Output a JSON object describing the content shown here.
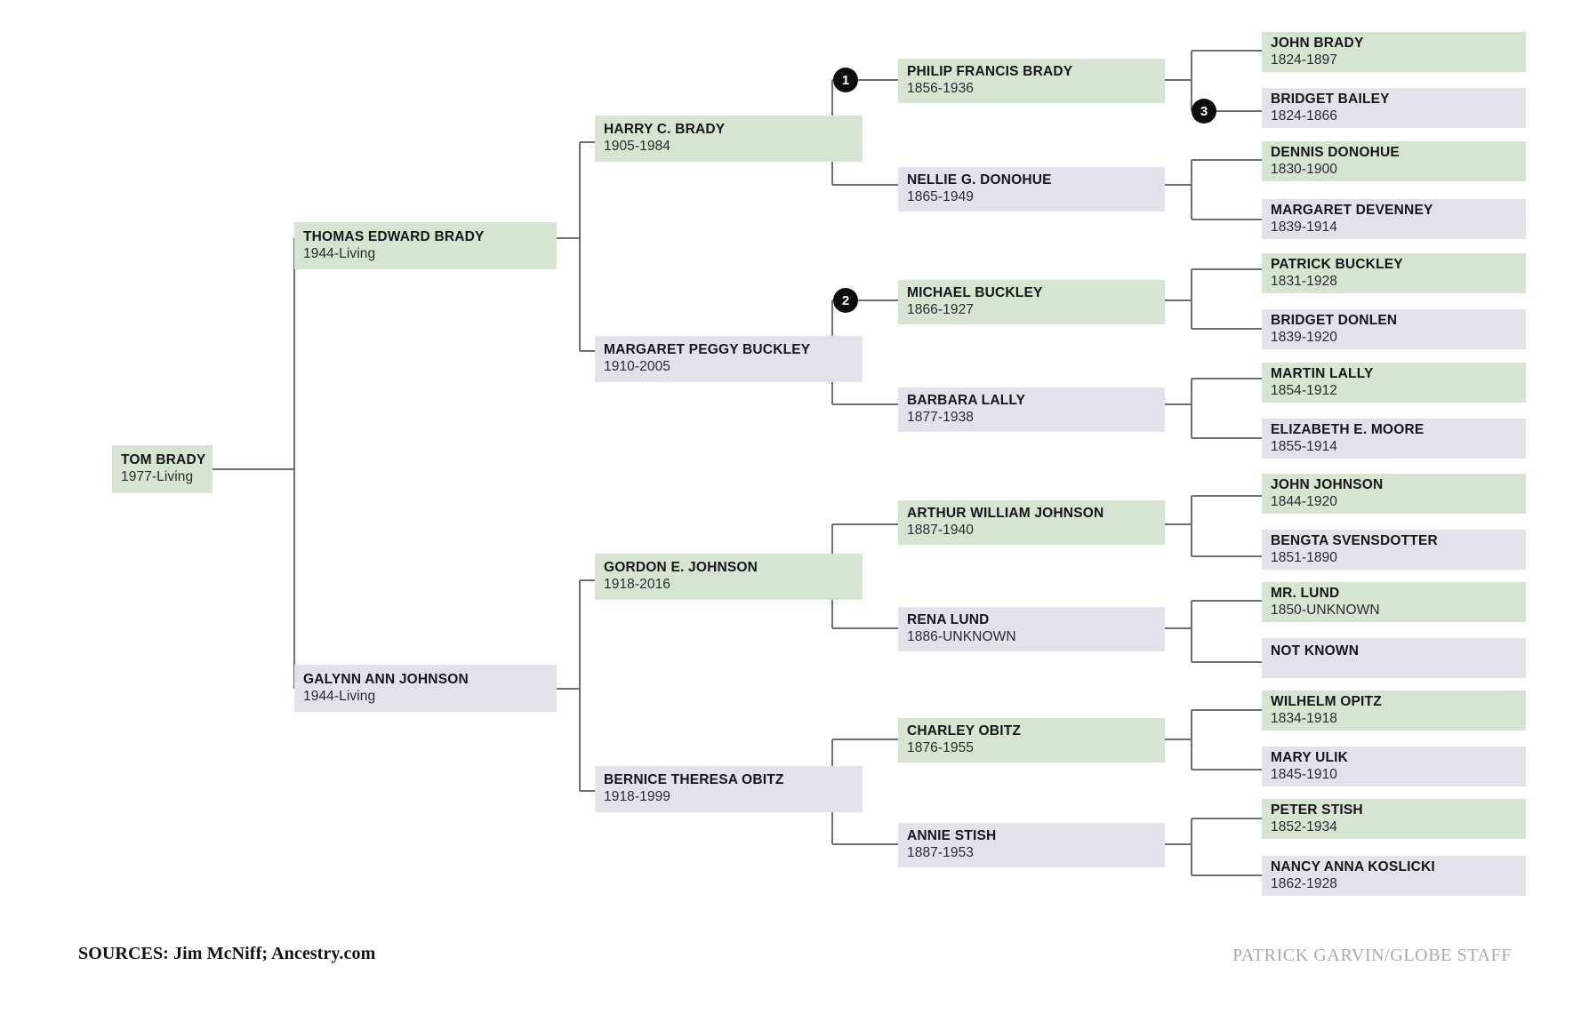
{
  "chart_data": {
    "type": "diagram",
    "title": "Tom Brady family tree",
    "legend": {
      "male_color": "#d7e4d1",
      "female_color": "#e3e1ea",
      "line_color": "#6f6f6f",
      "badge_color": "#0d0d0d"
    },
    "generations": 5
  },
  "colors": {
    "male": "#d7e4d1",
    "female": "#e3e1ea",
    "line": "#6f6f6f",
    "badge_bg": "#0d0d0d",
    "badge_text": "#ffffff"
  },
  "people": {
    "tom_brady": {
      "name": "TOM BRADY",
      "years": "1977-Living"
    },
    "thomas_edward_brady": {
      "name": "THOMAS EDWARD BRADY",
      "years": "1944-Living"
    },
    "galynn_ann_johnson": {
      "name": "GALYNN ANN JOHNSON",
      "years": "1944-Living"
    },
    "harry_c_brady": {
      "name": "HARRY C. BRADY",
      "years": "1905-1984"
    },
    "margaret_peggy_buckley": {
      "name": "MARGARET PEGGY BUCKLEY",
      "years": "1910-2005"
    },
    "gordon_e_johnson": {
      "name": "GORDON E. JOHNSON",
      "years": "1918-2016"
    },
    "bernice_theresa_obitz": {
      "name": "BERNICE THERESA OBITZ",
      "years": "1918-1999"
    },
    "philip_francis_brady": {
      "name": "PHILIP FRANCIS BRADY",
      "years": "1856-1936"
    },
    "nellie_g_donohue": {
      "name": "NELLIE G. DONOHUE",
      "years": "1865-1949"
    },
    "michael_buckley": {
      "name": "MICHAEL BUCKLEY",
      "years": "1866-1927"
    },
    "barbara_lally": {
      "name": "BARBARA LALLY",
      "years": "1877-1938"
    },
    "arthur_william_johnson": {
      "name": "ARTHUR WILLIAM JOHNSON",
      "years": "1887-1940"
    },
    "rena_lund": {
      "name": "RENA LUND",
      "years": "1886-UNKNOWN"
    },
    "charley_obitz": {
      "name": "CHARLEY OBITZ",
      "years": "1876-1955"
    },
    "annie_stish": {
      "name": "ANNIE STISH",
      "years": "1887-1953"
    },
    "john_brady": {
      "name": "JOHN BRADY",
      "years": "1824-1897"
    },
    "bridget_bailey": {
      "name": "BRIDGET BAILEY",
      "years": "1824-1866"
    },
    "dennis_donohue": {
      "name": "DENNIS DONOHUE",
      "years": "1830-1900"
    },
    "margaret_devenney": {
      "name": "MARGARET DEVENNEY",
      "years": "1839-1914"
    },
    "patrick_buckley": {
      "name": "PATRICK BUCKLEY",
      "years": "1831-1928"
    },
    "bridget_donlen": {
      "name": "BRIDGET DONLEN",
      "years": "1839-1920"
    },
    "martin_lally": {
      "name": "MARTIN LALLY",
      "years": "1854-1912"
    },
    "elizabeth_e_moore": {
      "name": "ELIZABETH E. MOORE",
      "years": "1855-1914"
    },
    "john_johnson": {
      "name": "JOHN JOHNSON",
      "years": "1844-1920"
    },
    "bengta_svensdotter": {
      "name": "BENGTA SVENSDOTTER",
      "years": "1851-1890"
    },
    "mr_lund": {
      "name": "MR. LUND",
      "years": "1850-UNKNOWN"
    },
    "not_known": {
      "name": "NOT KNOWN",
      "years": ""
    },
    "wilhelm_opitz": {
      "name": "WILHELM OPITZ",
      "years": "1834-1918"
    },
    "mary_ulik": {
      "name": "MARY ULIK",
      "years": "1845-1910"
    },
    "peter_stish": {
      "name": "PETER STISH",
      "years": "1852-1934"
    },
    "nancy_anna_koslicki": {
      "name": "NANCY ANNA KOSLICKI",
      "years": "1862-1928"
    }
  },
  "badges": {
    "one": "1",
    "two": "2",
    "three": "3"
  },
  "footer": {
    "sources": "SOURCES: Jim McNiff; Ancestry.com",
    "credit": "PATRICK GARVIN/GLOBE STAFF"
  }
}
